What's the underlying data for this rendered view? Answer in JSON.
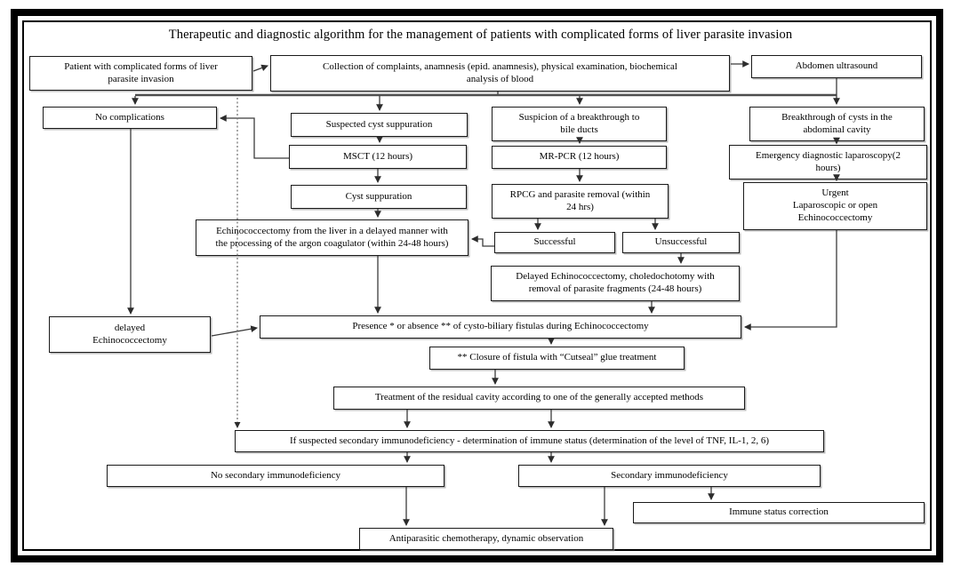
{
  "title": "Therapeutic and diagnostic algorithm for the management of patients with complicated forms of liver parasite invasion",
  "nodes": {
    "patient": "Patient with complicated forms of liver\nparasite invasion",
    "collection": "Collection of complaints, anamnesis (epid. anamnesis), physical examination, biochemical\nanalysis of blood",
    "ultrasound": "Abdomen ultrasound",
    "no_complications": "No complications",
    "suspected_cyst": "Suspected cyst suppuration",
    "suspicion_bile": "Suspicion of a breakthrough to\nbile ducts",
    "breakthrough_abdominal": "Breakthrough of cysts in the\nabdominal cavity",
    "msct": "MSCT (12 hours)",
    "mr_pcr": "MR-PCR (12 hours)",
    "emergency_lap": "Emergency diagnostic laparoscopy(2\nhours)",
    "cyst_suppuration": "Cyst suppuration",
    "rpcg": "RPCG and parasite removal (within\n24 hrs)",
    "urgent": "Urgent\nLaparoscopic or open\nEchinococcectomy",
    "echino_argon": "Echinococcectomy from the liver in a delayed manner with\nthe processing of the argon coagulator (within 24-48 hours)",
    "successful": "Successful",
    "unsuccessful": "Unsuccessful",
    "delayed_chole": "Delayed Echinococcectomy, choledochotomy with\nremoval of parasite fragments (24-48 hours)",
    "delayed_echino": "delayed\nEchinococcectomy",
    "presence": "Presence * or absence ** of cysto-biliary fistulas during Echinococcectomy",
    "closure": "** Closure of fistula with “Cutseal” glue treatment",
    "treatment": "Treatment of the residual cavity according to one of the generally accepted methods",
    "if_suspected": "If suspected secondary immunodeficiency - determination of immune status (determination of the level of TNF, IL-1, 2, 6)",
    "no_secondary": "No secondary immunodeficiency",
    "secondary": "Secondary immunodeficiency",
    "immune_correction": "Immune status correction",
    "antiparasitic": "Antiparasitic chemotherapy, dynamic observation"
  },
  "colors": {
    "line": "#3b3b3b",
    "box_border": "#1a1a1a",
    "frame": "#000000"
  }
}
